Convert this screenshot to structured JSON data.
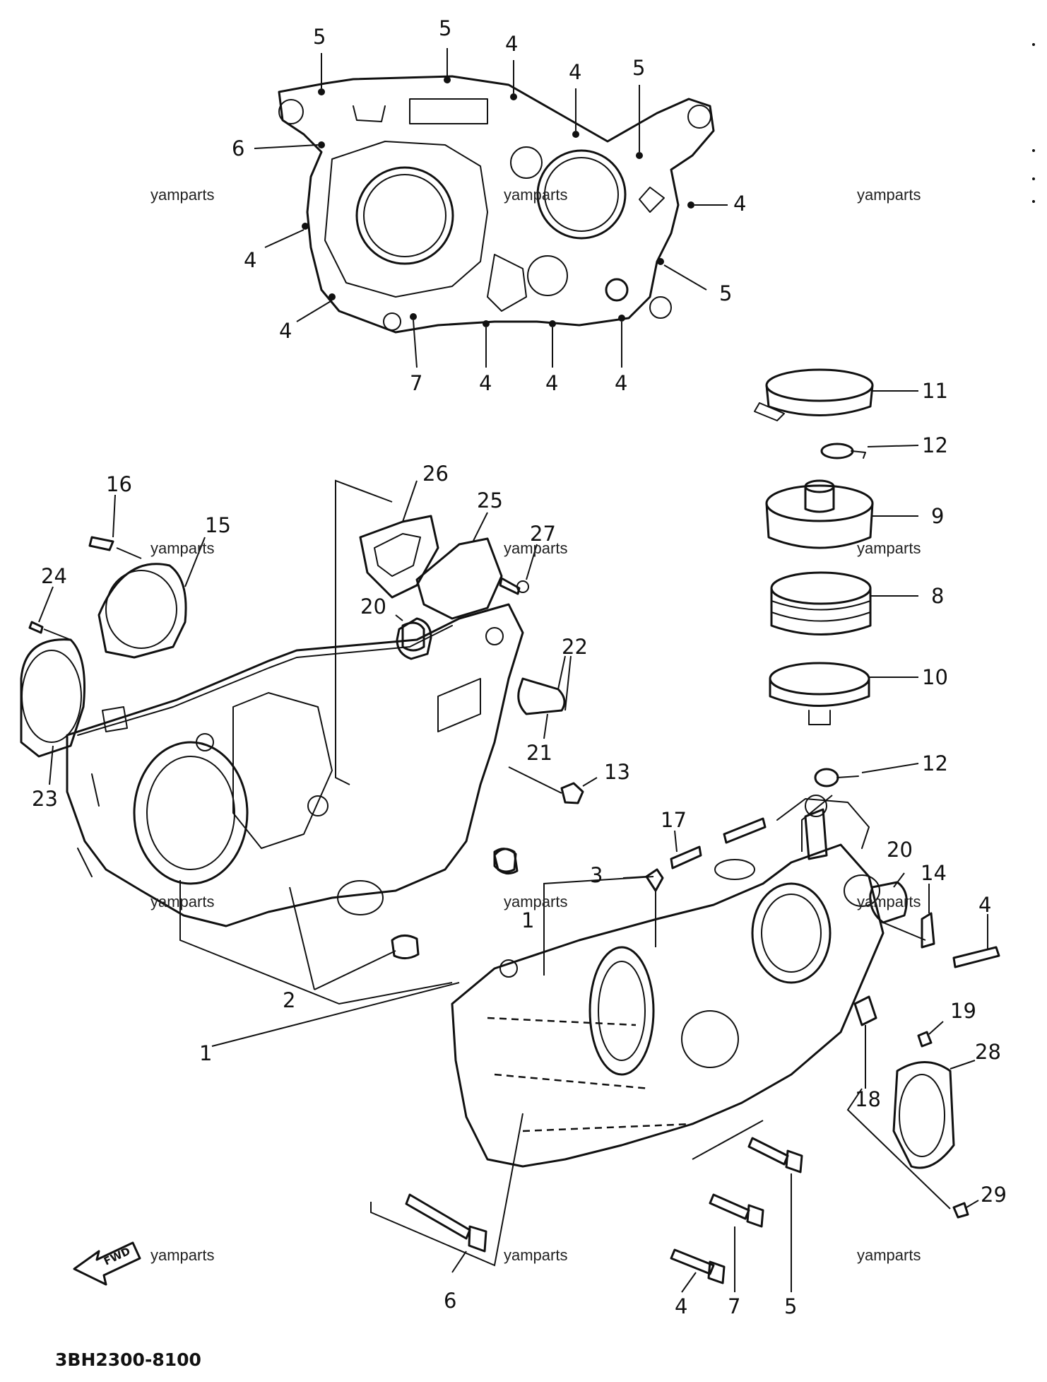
{
  "watermark": "yamparts",
  "part_code": "3BH2300-8100",
  "fwd_label": "FWD",
  "callouts": {
    "top_5a": "5",
    "top_5b": "5",
    "top_4a": "4",
    "top_4b": "4",
    "top_5c": "5",
    "top_6": "6",
    "top_4_right": "4",
    "top_4_left": "4",
    "top_5_right": "5",
    "top_4_lowleft": "4",
    "top_7": "7",
    "top_4_bot1": "4",
    "top_4_bot2": "4",
    "top_4_bot3": "4",
    "p11": "11",
    "p12a": "12",
    "p9": "9",
    "p8": "8",
    "p10": "10",
    "p12b": "12",
    "p16": "16",
    "p15": "15",
    "p26": "26",
    "p25": "25",
    "p27": "27",
    "p24": "24",
    "p20a": "20",
    "p22": "22",
    "p21": "21",
    "p13": "13",
    "p23": "23",
    "p17": "17",
    "p3": "3",
    "p20b": "20",
    "p1a": "1",
    "p14": "14",
    "p4_right": "4",
    "p2": "2",
    "p1b": "1",
    "p19": "19",
    "p28": "28",
    "p18": "18",
    "p29": "29",
    "p6_bot": "6",
    "p4_bot": "4",
    "p7_bot": "7",
    "p5_bot": "5"
  }
}
